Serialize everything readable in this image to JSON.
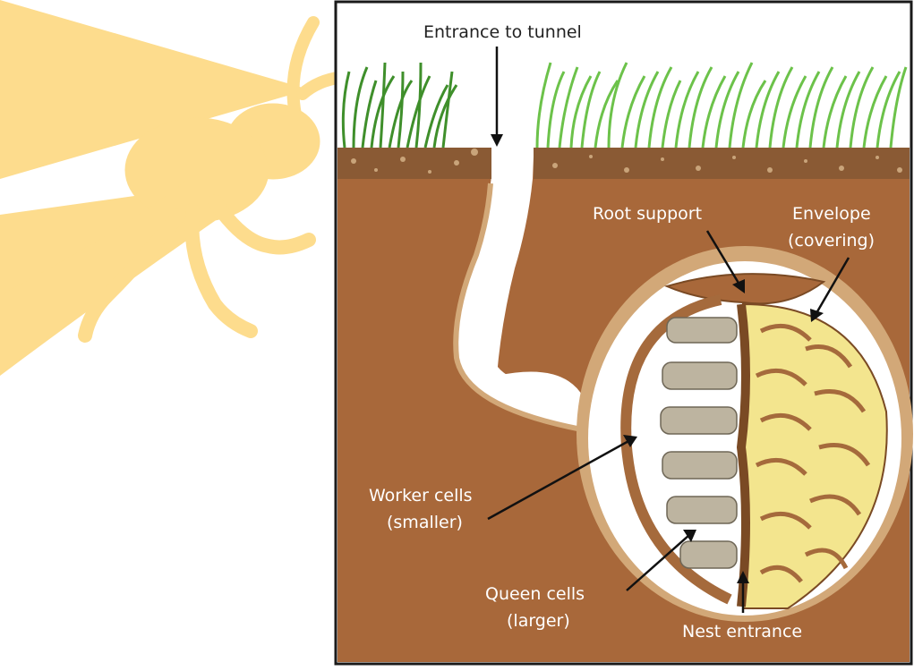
{
  "labels": {
    "entrance_tunnel": "Entrance to tunnel",
    "root_support": "Root support",
    "envelope_line1": "Envelope",
    "envelope_line2": "(covering)",
    "worker_line1": "Worker cells",
    "worker_line2": "(smaller)",
    "queen_line1": "Queen cells",
    "queen_line2": "(larger)",
    "nest_entrance": "Nest entrance"
  },
  "colors": {
    "soil": "#a8683a",
    "soil_light": "#d2a878",
    "grass": "#6cc24a",
    "grass_dark": "#3f8f2b",
    "wasp": "#fddc8d",
    "comb": "#bdb4a0",
    "paper_yellow": "#f3e58e",
    "paper_brown": "#a56a3c"
  }
}
